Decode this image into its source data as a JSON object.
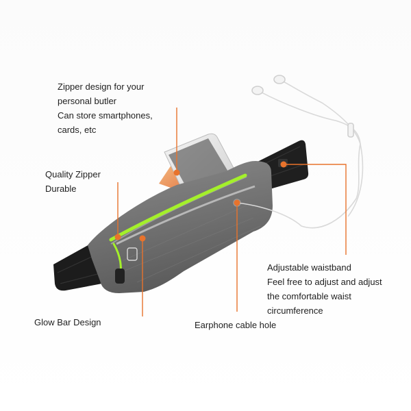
{
  "annotations": {
    "zipper_pocket": {
      "lines": [
        "Zipper design for your",
        "personal butler",
        "Can store smartphones,",
        "cards, etc"
      ]
    },
    "quality_zipper": {
      "lines": [
        "Quality Zipper",
        "Durable"
      ]
    },
    "glow_bar": {
      "lines": [
        "Glow Bar Design"
      ]
    },
    "earphone_hole": {
      "lines": [
        "Earphone cable hole"
      ]
    },
    "waistband": {
      "lines": [
        "Adjustable waistband",
        "Feel free to adjust and adjust",
        "the comfortable waist",
        "circumference"
      ]
    }
  },
  "colors": {
    "callout_orange": "#e8732c",
    "glow_green": "#a4f02a",
    "bag_grey": "#6f6f6f",
    "strap_black": "#1c1c1c"
  }
}
